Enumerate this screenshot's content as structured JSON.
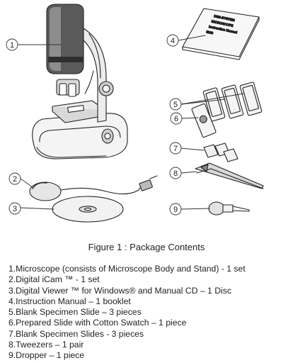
{
  "figure": {
    "caption": "Figure 1 : Package Contents",
    "callouts": [
      "1",
      "2",
      "3",
      "4",
      "5",
      "6",
      "7",
      "8",
      "9"
    ],
    "booklet_lines": [
      "DIGI-SYSTEM",
      "MICROSCOPE",
      "Instruction Manual",
      "ENG"
    ]
  },
  "contents": [
    "1.Microscope (consists of Microscope Body and Stand) - 1 set",
    "2.Digital iCam ™ - 1 set",
    "3.Digital Viewer ™ for Windows® and Manual CD – 1 Disc",
    "4.Instruction Manual – 1 booklet",
    "5.Blank Specimen Slide – 3 pieces",
    "6.Prepared Slide with Cotton Swatch – 1 piece",
    "7.Blank Specimen Slides - 3 pieces",
    "8.Tweezers – 1 pair",
    "9.Dropper – 1 piece"
  ]
}
